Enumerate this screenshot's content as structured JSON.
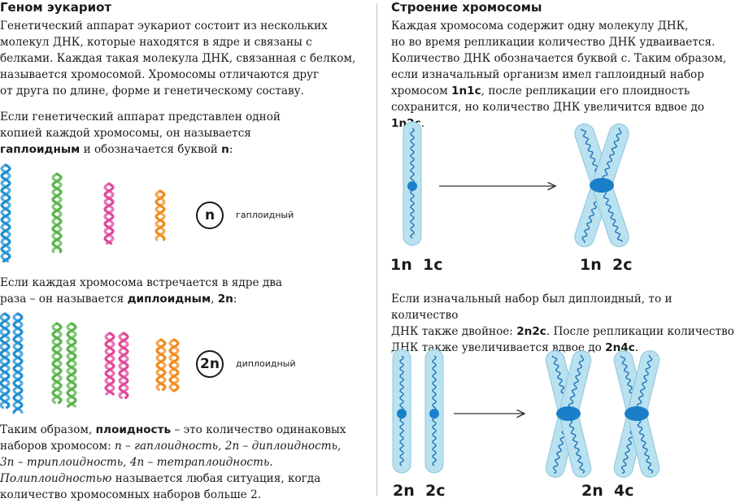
{
  "left": {
    "title": "Геном эукариот",
    "intro": [
      "Генетический аппарат эукариот состоит из нескольких",
      "молекул ДНК, которые находятся в ядре и связаны с",
      "белками. Каждая такая молекула ДНК, связанная с белком,",
      "называется хромосомой. Хромосомы отличаются друг",
      "от друга по длине, форме и генетическому составу."
    ],
    "haploid_text": {
      "line1": "Если генетический аппарат представлен одной",
      "line2": "копией каждой хромосомы, он называется",
      "bold1": "гаплоидным",
      "mid": " и обозначается буквой ",
      "bold2": "n",
      "end": ":"
    },
    "haploid_badge": "n",
    "haploid_caption": "гаплоидный",
    "diploid_text": {
      "line1": "Если каждая хромосома встречается в ядре два",
      "pre": "раза – он называется ",
      "bold1": "диплоидным",
      "mid": ", ",
      "bold2": "2n",
      "end": ":"
    },
    "diploid_badge": "2n",
    "diploid_caption": "диплоидный",
    "ploidy_text": {
      "pre": "Таким образом, ",
      "bold": "плоидность",
      "post": " – это количество одинаковых",
      "l2_pre": "наборов хромосом: ",
      "l2_it": "n – гаплоидность, 2n – диплоидность",
      "l2_end": ",",
      "l3_it1": "3n – триплоидность",
      "l3_mid": ", ",
      "l3_it2": "4n – тетраплоидность",
      "l3_end": ".",
      "l4_it": "Полиплоидностью",
      "l4_post": " называется любая ситуация, когда",
      "l5": "количество хромосомных наборов больше 2."
    }
  },
  "right": {
    "title": "Строение хромосомы",
    "intro": {
      "l1": "Каждая хромосома содержит одну молекулу ДНК,",
      "l2": "но во время репликации количество ДНК удваивается.",
      "l3": "Количество ДНК обозначается буквой с. Таким образом,",
      "l4": "если изначальный организм имел гаплоидный набор",
      "l5_pre": "хромосом ",
      "l5_bold": "1n1c",
      "l5_post": ", после репликации его плоидность",
      "l6_pre": "сохранится, но количество ДНК увеличится вдвое до ",
      "l6_bold": "1n2c",
      "l6_end": "."
    },
    "label_1n1c": "1n  1c",
    "label_1n2c": "1n  2c",
    "diploid_intro": {
      "l1": "Если изначальный набор был диплоидный, то и количество",
      "l2_pre": "ДНК также двойное: ",
      "l2_bold": "2n2c",
      "l2_post": ". После репликации количество",
      "l3_pre": "ДНК также увеличивается вдвое до ",
      "l3_bold": "2n4c",
      "l3_end": "."
    },
    "label_2n2c": "2n  2c",
    "label_2n4c": "2n  4c"
  },
  "colors": {
    "blue": "#1f8fd0",
    "green": "#5ab34a",
    "pink": "#e0479a",
    "orange": "#f08a1c",
    "chromosome_fill": "#b9e1ef",
    "chromosome_stroke": "#8cc6de",
    "dna_strand": "#1a6fb8",
    "centromere": "#1a7fc9"
  }
}
